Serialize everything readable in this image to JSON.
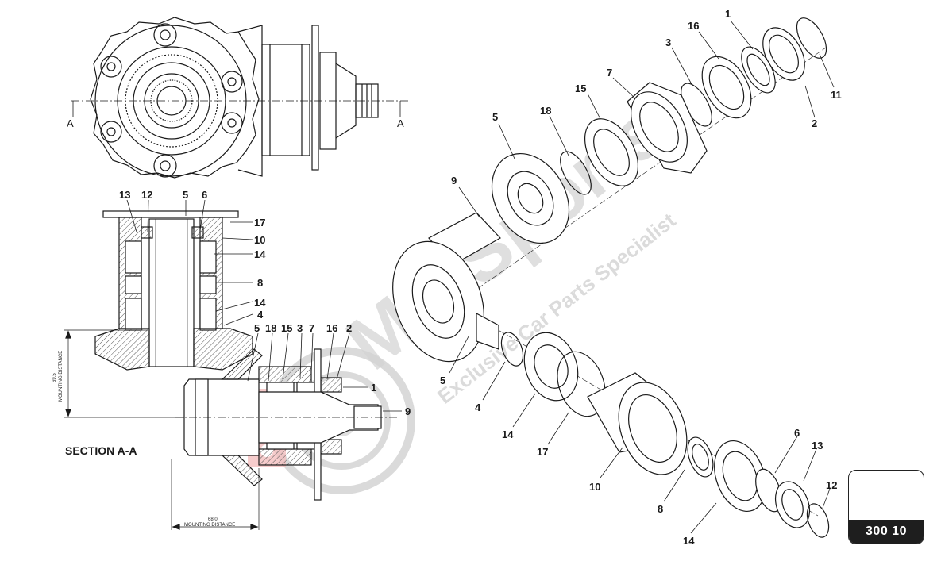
{
  "drawing": {
    "section_label": "SECTION A-A",
    "plate_number": "300 10",
    "section_marks": [
      "A",
      "A"
    ],
    "mounting_distance_vertical": {
      "value": "69.5",
      "label": "MOUNTING DISTANCE"
    },
    "mounting_distance_horizontal": {
      "value": "68.0",
      "label": "MOUNTING DISTANCE"
    },
    "section_callouts_top": [
      "13",
      "12",
      "5",
      "6"
    ],
    "section_callouts_right": [
      "17",
      "10",
      "14",
      "8",
      "14",
      "4"
    ],
    "section_callouts_pinion": [
      "5",
      "18",
      "15",
      "3",
      "7",
      "16",
      "2"
    ],
    "section_callouts_pinion_right": [
      "1",
      "9"
    ],
    "exploded_callouts": [
      "1",
      "16",
      "3",
      "7",
      "15",
      "18",
      "5",
      "9",
      "11",
      "2",
      "5",
      "4",
      "14",
      "17",
      "10",
      "8",
      "14",
      "6",
      "13",
      "12"
    ]
  },
  "watermark": {
    "brand": "MrsSports",
    "tagline": "Exclusive Car Parts Specialist"
  },
  "colors": {
    "ink": "#1a1a1a",
    "watermark": "#cfcfcf",
    "watermark_accent": "#f2b9b9",
    "plate_band": "#1e1e1e"
  }
}
